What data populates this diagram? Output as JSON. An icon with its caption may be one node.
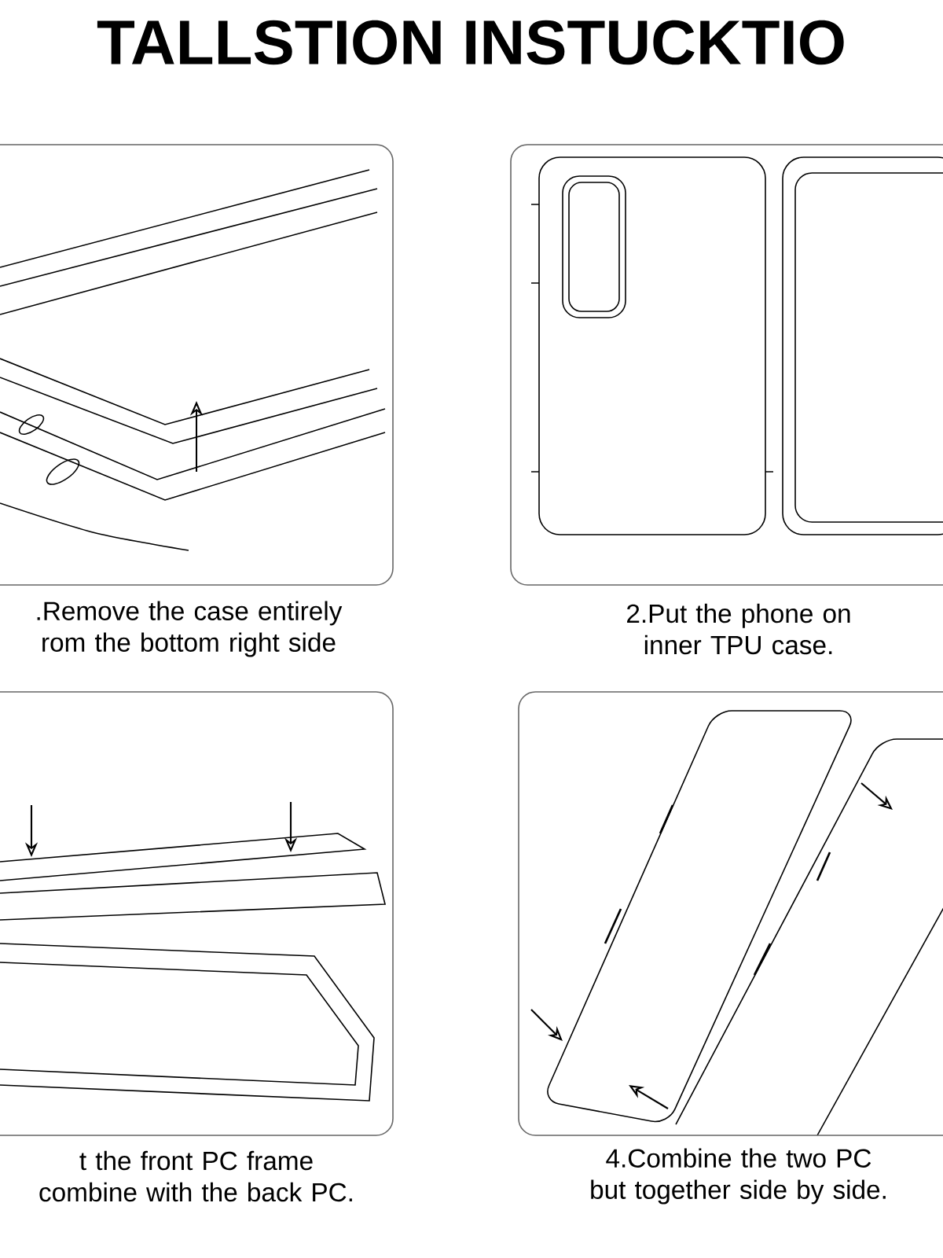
{
  "diagram": {
    "title": "TALLSTION INSTUCKTIO",
    "labels": [
      ".Remove the case entirely rom the bottom right side",
      "2.Put the phone on inner TPU case.",
      "t the front PC frame combine with the back PC.",
      "4.Combine the two PC but together side by side."
    ]
  }
}
